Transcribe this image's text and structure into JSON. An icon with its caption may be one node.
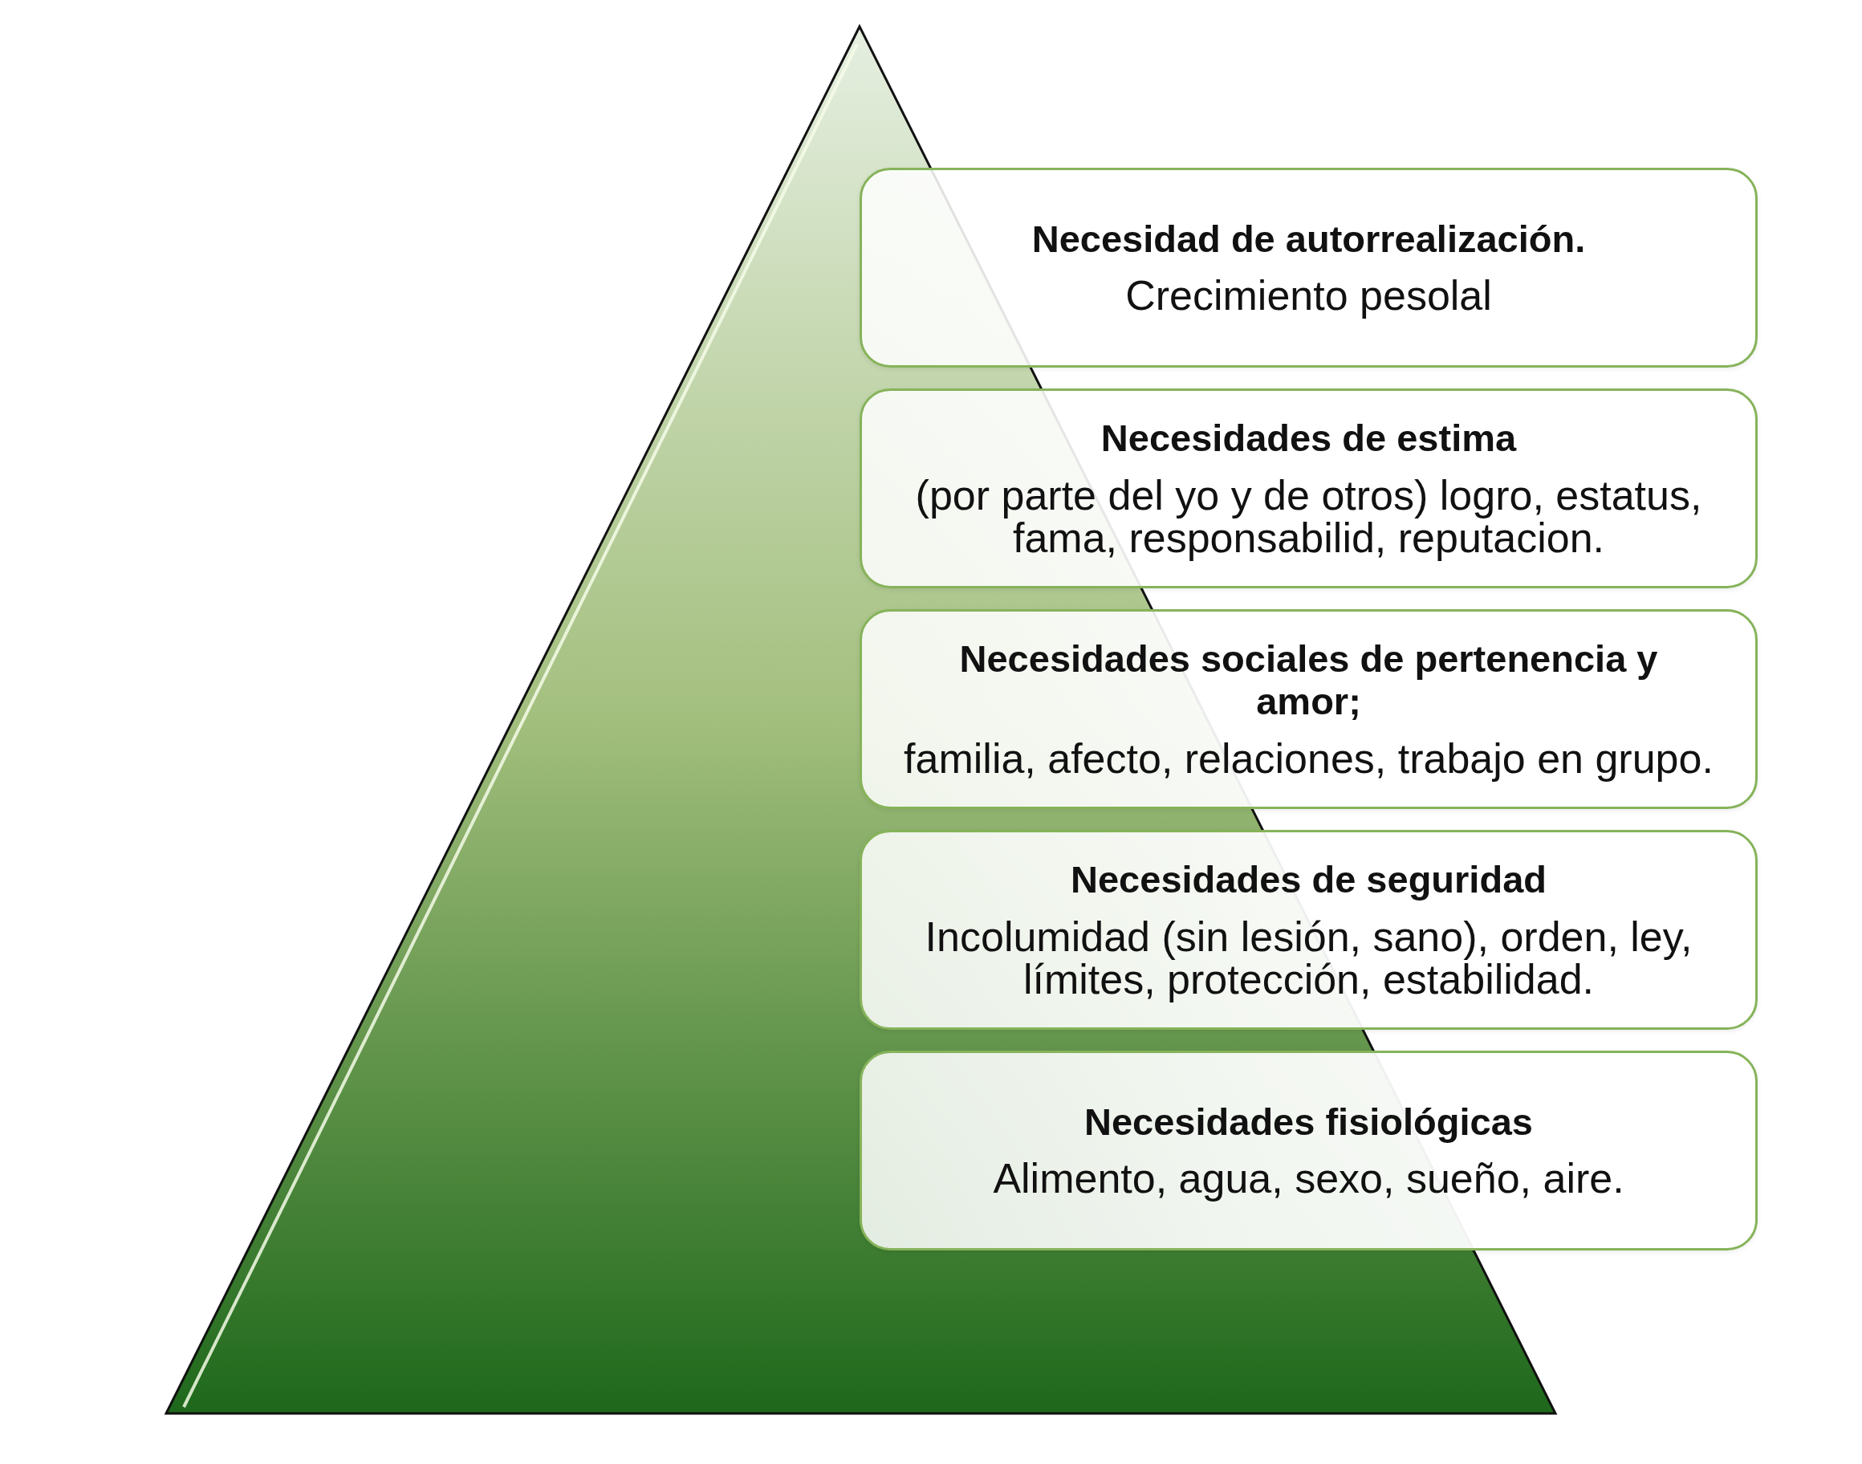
{
  "diagram": {
    "nodes": [
      {
        "text": [
          "Necesidad de autorrealización.",
          "Crecimiento pesolal"
        ]
      },
      {
        "text": [
          "Necesidades de estima",
          "(por parte del yo y de otros) logro, estatus, fama, responsabilid, reputacion."
        ]
      },
      {
        "text": [
          "Necesidades sociales de pertenencia y amor;",
          "familia, afecto, relaciones, trabajo en grupo."
        ]
      },
      {
        "text": [
          "Necesidades de seguridad",
          "Incolumidad (sin lesión, sano), orden, ley, límites, protección, estabilidad."
        ]
      },
      {
        "text": [
          "Necesidades fisiológicas",
          "Alimento, agua, sexo, sueño, aire."
        ]
      }
    ]
  }
}
